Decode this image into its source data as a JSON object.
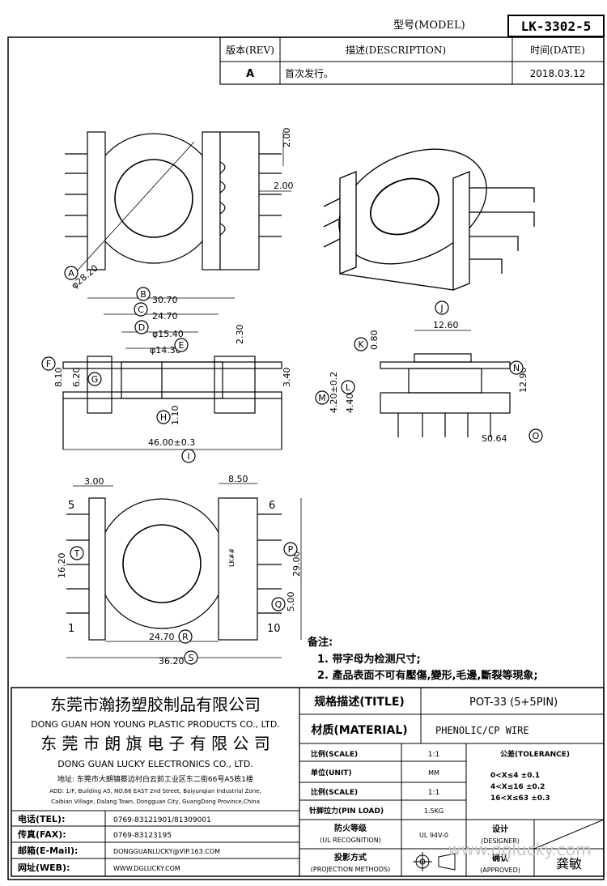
{
  "model": {
    "label": "型号(MODEL)",
    "value": "LK-3302-5"
  },
  "revision_table": {
    "headers": {
      "rev": "版本(REV)",
      "desc": "描述(DESCRIPTION)",
      "date": "时间(DATE)"
    },
    "row": {
      "rev": "A",
      "desc": "首次发行。",
      "date": "2018.03.12"
    }
  },
  "dimensions": {
    "top_view": {
      "a": "2.00",
      "b": "2.00",
      "diam": "φ28.20"
    },
    "front": {
      "b": "30.70",
      "c": "24.70",
      "d": "φ15.40",
      "e": "φ14.30",
      "f": "8.10",
      "g": "6.20",
      "h": "1.10",
      "i": "46.00±0.3",
      "r1": "2.30",
      "r2": "3.40"
    },
    "side": {
      "j": "12.60",
      "k": "0.80",
      "l": "4.20±0.2",
      "m": "4.40",
      "n": "12.90",
      "o": "S0.64"
    },
    "bottom": {
      "w1": "3.00",
      "w2": "8.50",
      "s": "16.20",
      "p": "29.00",
      "q": "5.00",
      "r": "24.70",
      "t": "36.20",
      "mark": "LK##"
    }
  },
  "balloons": [
    "A",
    "B",
    "C",
    "D",
    "E",
    "F",
    "G",
    "H",
    "I",
    "J",
    "K",
    "L",
    "M",
    "N",
    "O",
    "P",
    "Q",
    "R",
    "S",
    "T"
  ],
  "pins": {
    "p5": "5",
    "p6": "6",
    "p1": "1",
    "p10": "10"
  },
  "notes": {
    "title": "备注:",
    "items": [
      "1. 带字母为检测尺寸;",
      "2. 產品表面不可有壓傷,變形,毛邊,斷裂等現象;"
    ]
  },
  "company": {
    "cn1": "东莞市瀚扬塑胶制品有限公司",
    "en1": "DONG GUAN HON YOUNG PLASTIC PRODUCTS CO., LTD.",
    "cn2": "东 莞 市 朗 旗 电 子 有 限 公 司",
    "en2": "DONG GUAN LUCKY ELECTRONICS CO., LTD.",
    "addr_cn": "地址: 东莞市大朗镇蔡边村白云前工业区东二街66号A5栋1楼",
    "addr_en1": "ADD: 1/F, Building A5, NO.66 EAST 2nd Street, Baiyunqian Industrial Zone,",
    "addr_en2": "Caibian Village, Dalang Town, Dongguan City, GuangDong Province,China"
  },
  "contact": [
    {
      "label": "电话(TEL):",
      "value": "0769-83121901/81309001"
    },
    {
      "label": "传真(FAX):",
      "value": "0769-83123195"
    },
    {
      "label": "邮箱(E-Mail):",
      "value": "DONGGUANLUCKY@VIP.163.COM"
    },
    {
      "label": "网址(WEB):",
      "value": "WWW.DGLUCKY.COM"
    }
  ],
  "title_block": {
    "title_label": "规格描述(TITLE)",
    "title_value": "POT-33 (5+5PIN)",
    "material_label": "材质(MATERIAL)",
    "material_value": "PHENOLIC/CP WIRE",
    "scale_label": "比例(SCALE)",
    "scale_value": "1:1",
    "unit_label": "单位(UNIT)",
    "unit_value": "MM",
    "scale2_label": "比例(SCALE)",
    "scale2_value": "1:1",
    "pinload_label": "针脚拉力(PIN LOAD)",
    "pinload_value": "1.5KG",
    "ul_label1": "防火等级",
    "ul_label2": "(UL RECOGNITION)",
    "ul_value": "UL 94V-0",
    "proj_label1": "投影方式",
    "proj_label2": "(PROJECTION METHODS)",
    "tolerance_title": "公差(TOLERANCE)",
    "tolerance_rows": [
      "0<X≤4   ±0.1",
      "4<X≤16  ±0.2",
      "16<X≤63 ±0.3"
    ],
    "designer_label1": "设计",
    "designer_label2": "(DESIGNER)",
    "approved_label1": "确认",
    "approved_label2": "(APPROVED)",
    "approved_value": "龚敏"
  },
  "watermark": "www.dglucky.com"
}
